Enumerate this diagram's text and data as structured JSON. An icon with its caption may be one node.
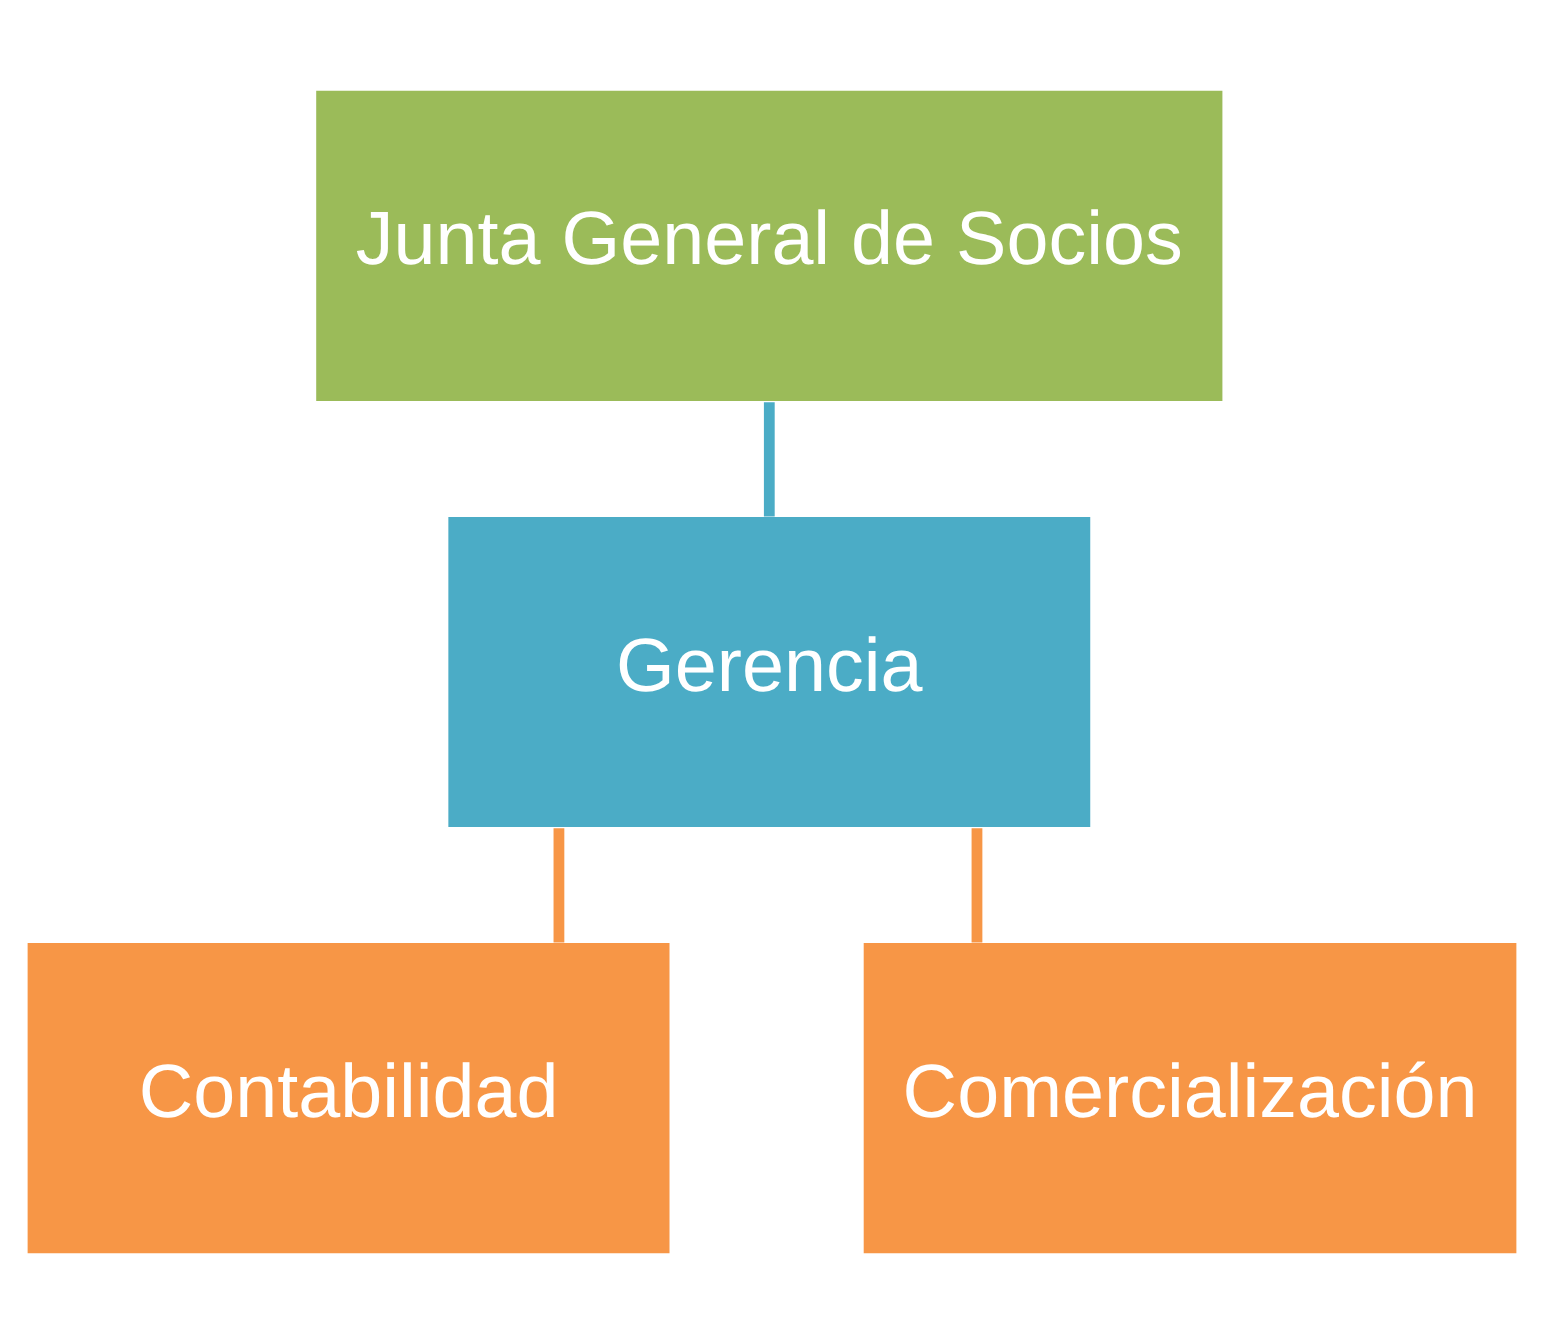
{
  "diagram": {
    "nodes": [
      {
        "text": [
          "Junta General de Socios"
        ]
      },
      {
        "text": [
          "Gerencia"
        ]
      },
      {
        "text": [
          "Contabilidad"
        ]
      },
      {
        "text": [
          "Comercialización"
        ]
      }
    ],
    "edges": [
      {
        "from": 0,
        "to": 1,
        "arrow": "none",
        "color": "#4bacc6"
      },
      {
        "from": 1,
        "to": 2,
        "arrow": "none"
      },
      {
        "from": 1,
        "to": 3,
        "arrow": "none"
      }
    ]
  }
}
